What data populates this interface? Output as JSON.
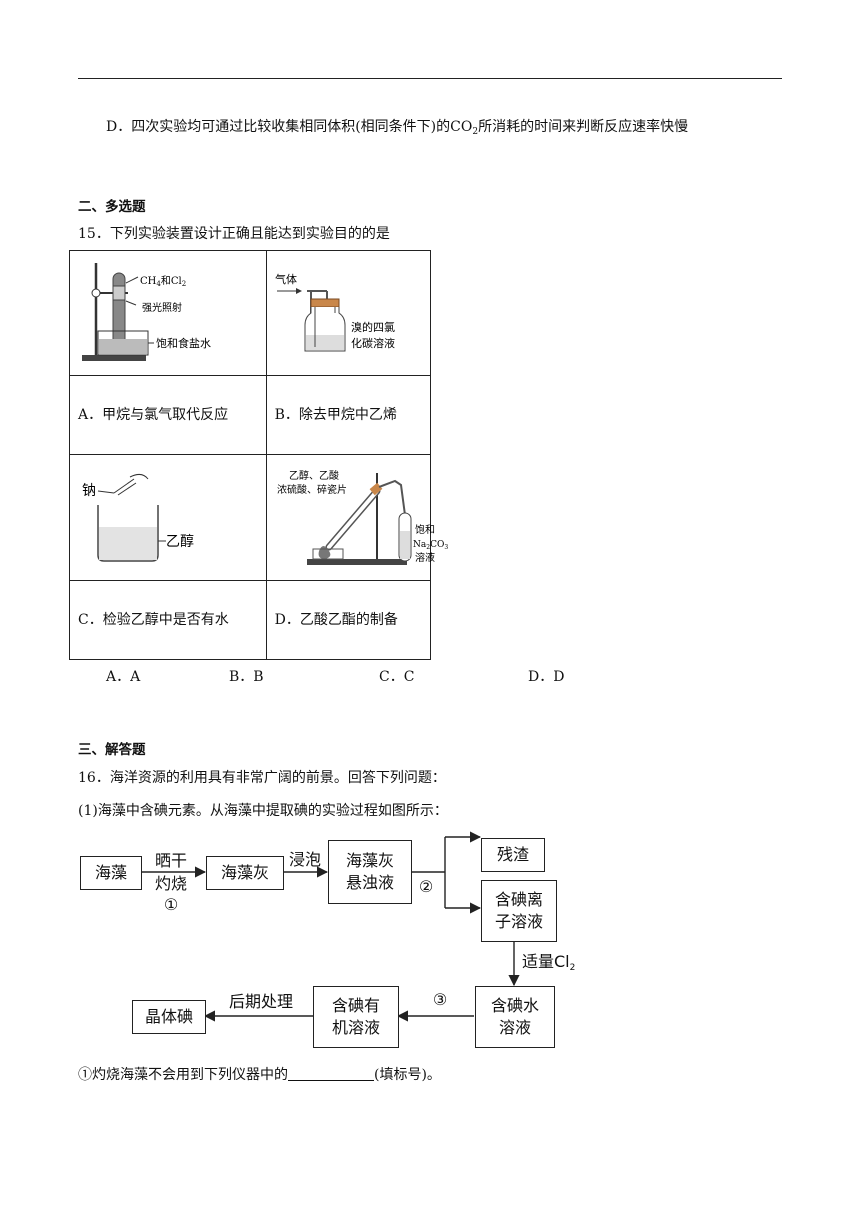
{
  "q14": {
    "option_d_pre": "D．四次实验均可通过比较收集相同体积(相同条件下)的",
    "co2_main": "CO",
    "co2_sub": "2",
    "option_d_post": "所消耗的时间来判断反应速率快慢"
  },
  "section2": {
    "heading": "二、多选题"
  },
  "q15": {
    "stem": "15．下列实验装置设计正确且能达到实验目的的是",
    "cells": [
      {
        "label": "A．甲烷与氯气取代反应"
      },
      {
        "label": "B．除去甲烷中乙烯"
      },
      {
        "label": "C．检验乙醇中是否有水"
      },
      {
        "label": "D．乙酸乙酯的制备"
      }
    ],
    "figA": {
      "gas_main": "CH",
      "gas_sub1": "4",
      "gas_mid": "和Cl",
      "gas_sub2": "2",
      "light": "强光照射",
      "water": "饱和食盐水"
    },
    "figB": {
      "gas": "气体",
      "sol1": "溴的四氯",
      "sol2": "化碳溶液"
    },
    "figC": {
      "na": "钠",
      "ethanol": "乙醇"
    },
    "figD": {
      "r1": "乙醇、乙酸",
      "r2": "浓硫酸、碎瓷片",
      "s1": "饱和",
      "s2a": "Na",
      "s2b": "2",
      "s2c": "CO",
      "s2d": "3",
      "s3": "溶液"
    },
    "choices": [
      "A．A",
      "B．B",
      "C．C",
      "D．D"
    ]
  },
  "section3": {
    "heading": "三、解答题"
  },
  "q16": {
    "stem": "16．海洋资源的利用具有非常广阔的前景。回答下列问题：",
    "sub1": "(1)海藻中含碘元素。从海藻中提取碘的实验过程如图所示：",
    "flow": {
      "b1": "海藻",
      "s1a": "晒干",
      "s1b": "灼烧",
      "s1c": "①",
      "b2": "海藻灰",
      "s2": "浸泡",
      "b3a": "海藻灰",
      "b3b": "悬浊液",
      "s3": "②",
      "b4": "残渣",
      "b5a": "含碘离",
      "b5b": "子溶液",
      "s5a": "适量Cl",
      "s5b": "2",
      "b6a": "含碘水",
      "b6b": "溶液",
      "s6": "③",
      "b7a": "含碘有",
      "b7b": "机溶液",
      "s7": "后期处理",
      "b8": "晶体碘"
    },
    "q1_pre": "①灼烧海藻不会用到下列仪器中的",
    "q1_post": "(填标号)。"
  }
}
